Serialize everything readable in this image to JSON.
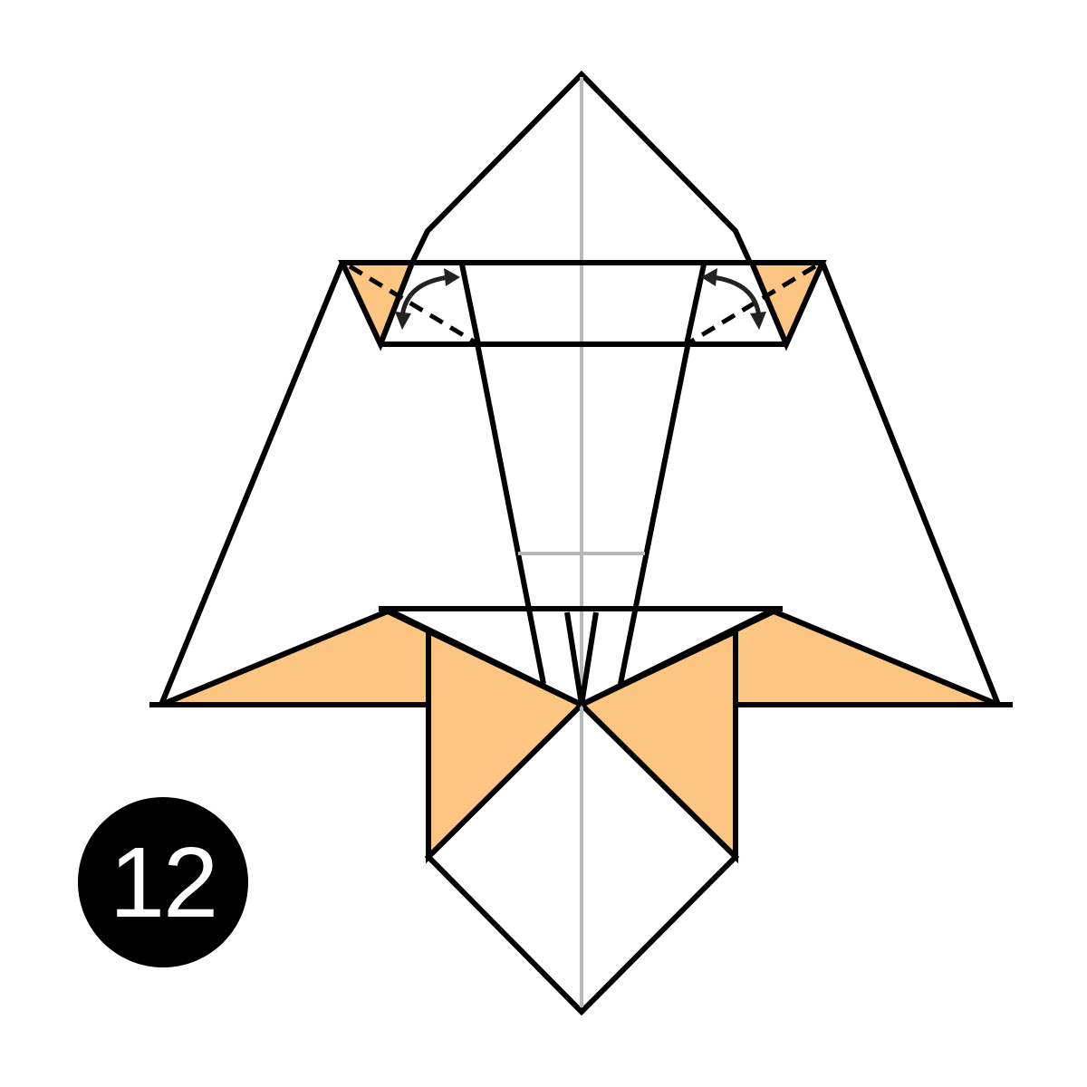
{
  "diagram": {
    "step_number": "12",
    "colors": {
      "paper_front": "#ffffff",
      "paper_back": "#fcc682",
      "line": "#000000",
      "crease": "#b8b8b8"
    },
    "fold_type": "valley-fold",
    "icons": [
      "valley-fold-line",
      "fold-arrow"
    ]
  }
}
